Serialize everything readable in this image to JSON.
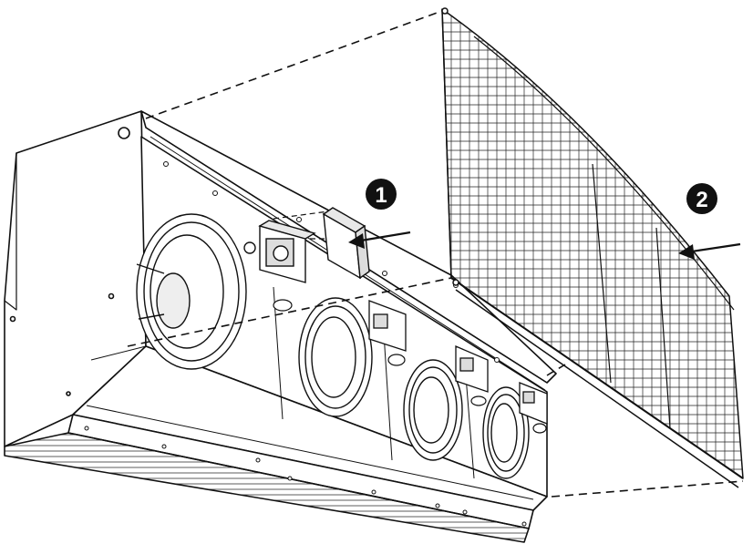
{
  "diagram": {
    "callouts": [
      {
        "id": "1",
        "label": "1"
      },
      {
        "id": "2",
        "label": "2"
      }
    ],
    "colors": {
      "line": "#111111",
      "fill": "#ffffff",
      "shade": "#e8e8e8",
      "callout": "#111111"
    },
    "icons": {
      "callout_1": "circled-number-icon",
      "callout_2": "circled-number-icon",
      "arrow_1": "arrow-left-icon",
      "arrow_2": "arrow-left-icon"
    }
  }
}
